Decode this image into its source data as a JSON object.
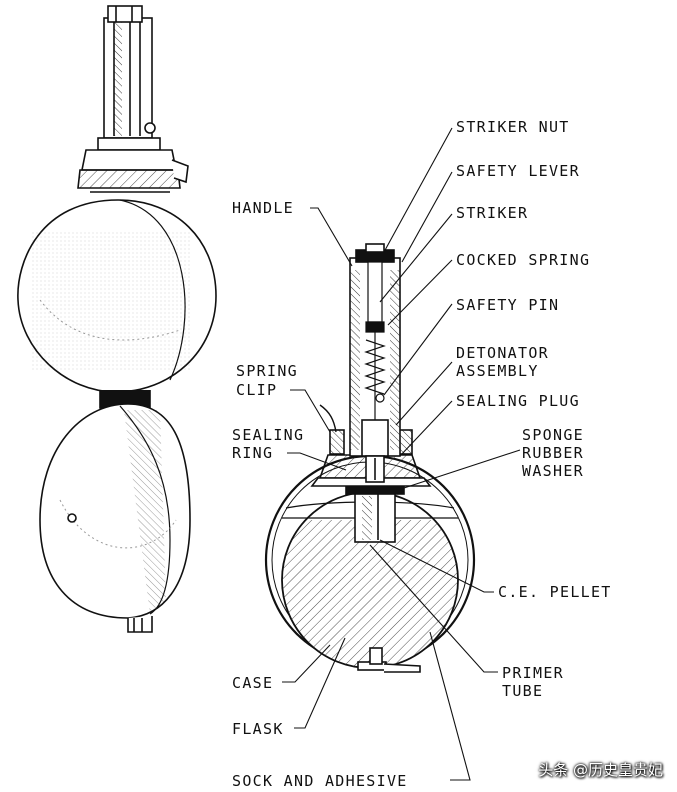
{
  "labels": {
    "striker_nut": "STRIKER NUT",
    "safety_lever": "SAFETY LEVER",
    "striker": "STRIKER",
    "cocked_spring": "COCKED SPRING",
    "safety_pin": "SAFETY PIN",
    "detonator_1": "DETONATOR",
    "detonator_2": "ASSEMBLY",
    "sealing_plug": "SEALING PLUG",
    "sponge_1": "SPONGE",
    "sponge_2": "RUBBER",
    "sponge_3": "WASHER",
    "handle": "HANDLE",
    "spring_clip_1": "SPRING",
    "spring_clip_2": "CLIP",
    "sealing_ring_1": "SEALING",
    "sealing_ring_2": "RING",
    "ce_pellet": "C.E. PELLET",
    "primer_1": "PRIMER",
    "primer_2": "TUBE",
    "case": "CASE",
    "flask": "FLASK",
    "sock": "SOCK AND ADHESIVE"
  },
  "watermark": "头条 @历史皇贵妃"
}
